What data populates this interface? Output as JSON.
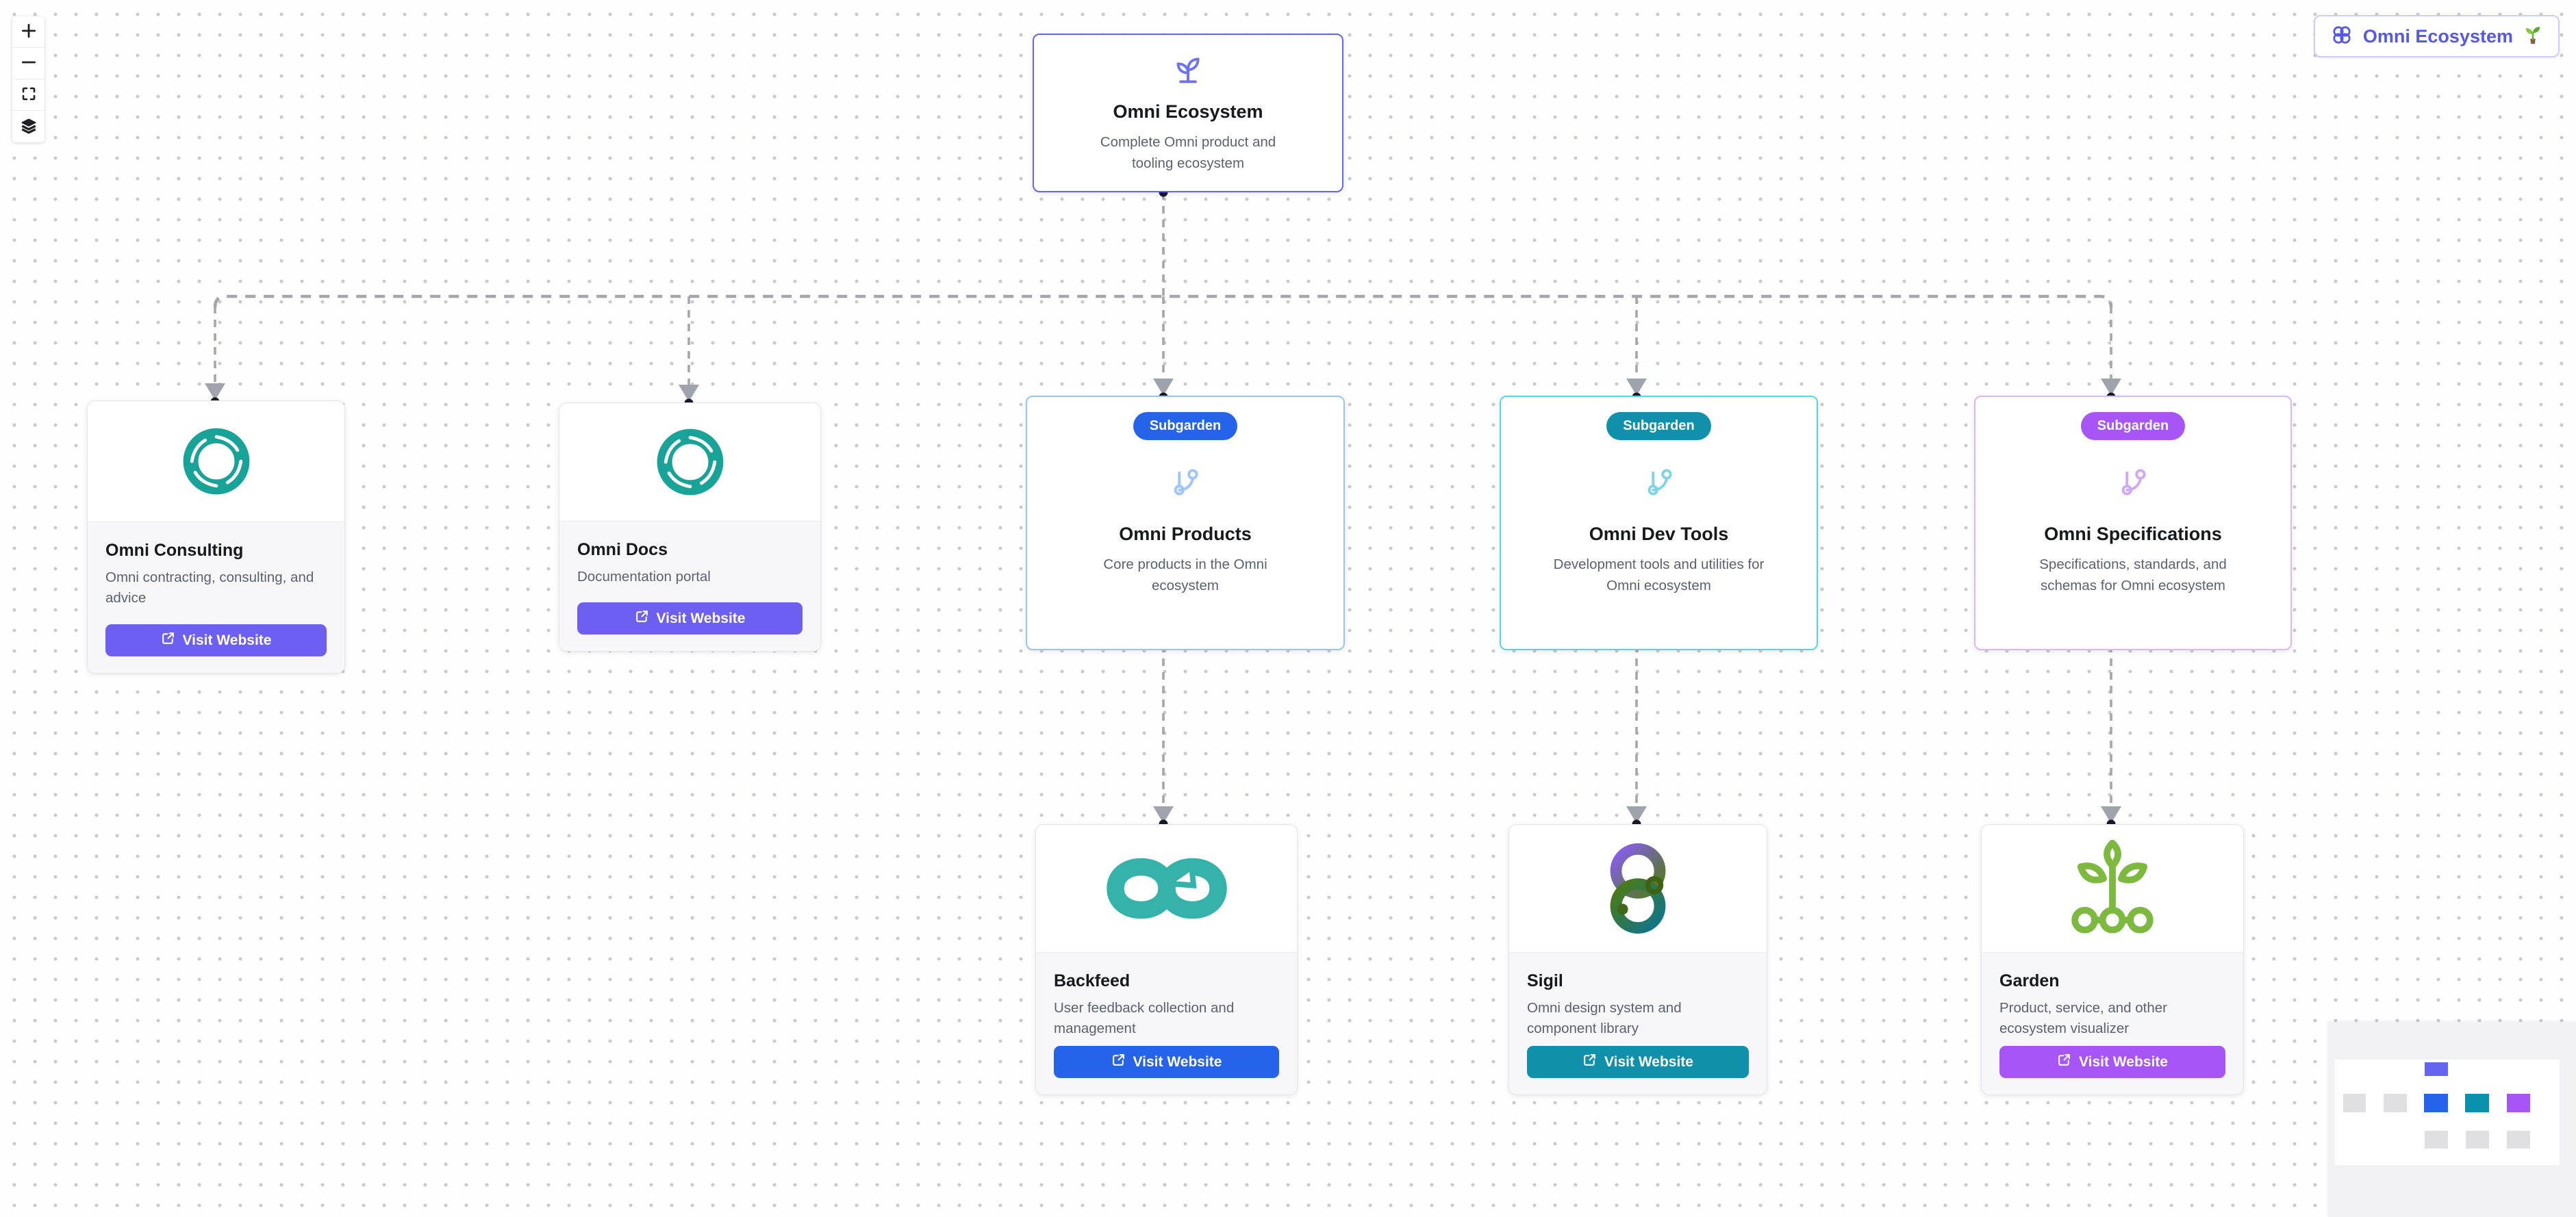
{
  "header_badge": {
    "label": "Omni Ecosystem",
    "flower_icon": "flower-icon",
    "seedling_icon": "seedling-icon"
  },
  "controls": {
    "zoom_in": "plus-icon",
    "zoom_out": "minus-icon",
    "fit_view": "fit-view-icon",
    "layers": "layers-icon"
  },
  "nodes": {
    "root": {
      "title": "Omni Ecosystem",
      "description": "Complete Omni product and tooling ecosystem",
      "icon": "sprout-icon",
      "accent_color": "#6366f1"
    },
    "children": [
      {
        "id": "omni-consulting",
        "title": "Omni Consulting",
        "description": "Omni contracting, consulting, and advice",
        "button_label": "Visit Website",
        "button_color": "#6c5ff2",
        "logo": "omni-swirl-logo"
      },
      {
        "id": "omni-docs",
        "title": "Omni Docs",
        "description": "Documentation portal",
        "button_label": "Visit Website",
        "button_color": "#6c5ff2",
        "logo": "omni-swirl-logo"
      },
      {
        "id": "omni-products",
        "badge": "Subgarden",
        "title": "Omni Products",
        "description": "Core products in the Omni ecosystem",
        "badge_color": "#2563eb",
        "border_color": "#9cc3ee",
        "icon": "branch-icon"
      },
      {
        "id": "omni-dev-tools",
        "badge": "Subgarden",
        "title": "Omni Dev Tools",
        "description": "Development tools and utilities for Omni ecosystem",
        "badge_color": "#1190ab",
        "border_color": "#56d5e8",
        "icon": "branch-icon"
      },
      {
        "id": "omni-specifications",
        "badge": "Subgarden",
        "title": "Omni Specifications",
        "description": "Specifications, standards, and schemas for Omni ecosystem",
        "badge_color": "#a855f7",
        "border_color": "#d9b8f8",
        "icon": "branch-icon"
      }
    ],
    "grandchildren": [
      {
        "id": "backfeed",
        "title": "Backfeed",
        "description": "User feedback collection and management",
        "button_label": "Visit Website",
        "button_color": "#2563eb",
        "logo": "infinity-arrow-logo"
      },
      {
        "id": "sigil",
        "title": "Sigil",
        "description": "Omni design system and component library",
        "button_label": "Visit Website",
        "button_color": "#1190ab",
        "logo": "sigil-rings-logo"
      },
      {
        "id": "garden",
        "title": "Garden",
        "description": "Product, service, and other ecosystem visualizer",
        "button_label": "Visit Website",
        "button_color": "#a855f7",
        "logo": "garden-plant-logo"
      }
    ]
  },
  "edges": {
    "style": "dashed",
    "color": "#a5a5ad"
  },
  "minimap": {
    "background": "#f2f2f4",
    "viewport_color": "#ffffff",
    "node_colors": {
      "root": "#6366f1",
      "default": "#e0e0e3",
      "products": "#2563eb",
      "dev_tools": "#0991ad",
      "specifications": "#a855f7"
    }
  }
}
